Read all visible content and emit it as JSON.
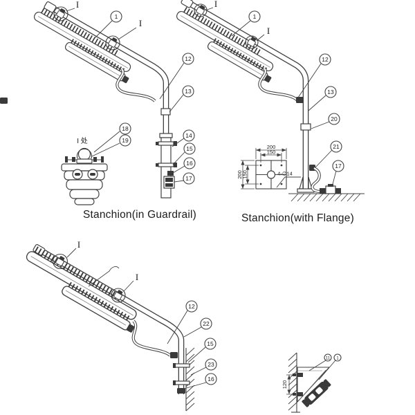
{
  "figures": {
    "guardrail": {
      "caption": "Stanchion(in Guardrail)",
      "detail_label": "I 处",
      "section_mark": "I",
      "callouts": {
        "c1": "1",
        "c12": "12",
        "c13": "13",
        "c14": "14",
        "c15": "15",
        "c16": "16",
        "c17": "17",
        "c18": "18",
        "c19": "19"
      }
    },
    "flange": {
      "caption": "Stanchion(with Flange)",
      "section_mark": "I",
      "callouts": {
        "c1": "1",
        "c12": "12",
        "c13": "13",
        "c17": "17",
        "c20": "20",
        "c21": "21"
      },
      "plate": {
        "outer_width": "200",
        "bolt_spacing": "150",
        "outer_height": "200",
        "bolt_spacing_v": "150",
        "holes": "4-∅14"
      }
    },
    "pole_strap": {
      "section_mark": "I",
      "callouts": {
        "c12": "12",
        "c15": "15",
        "c16": "16",
        "c22": "22",
        "c23": "23"
      }
    },
    "wall_bracket": {
      "mount_height": "120",
      "callouts": {
        "c11": "11",
        "c1": "1"
      }
    }
  }
}
